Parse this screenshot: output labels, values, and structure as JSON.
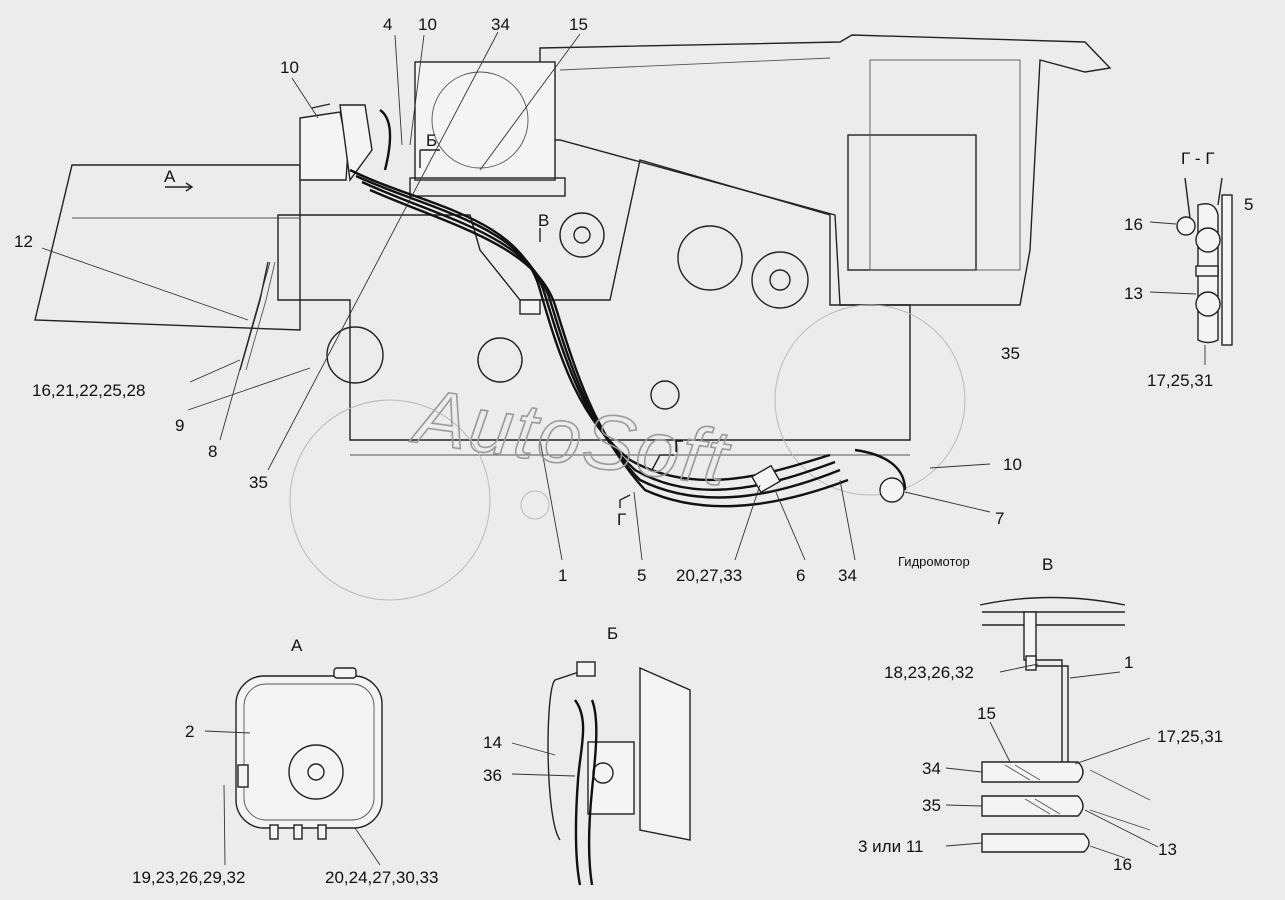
{
  "watermark": "AutoSoft",
  "views": {
    "a": "А",
    "b": "Б",
    "v": "В",
    "g": "Г",
    "gg": "Г - Г"
  },
  "note": "Гидромотор",
  "main_labels": [
    {
      "id": "l4",
      "text": "4"
    },
    {
      "id": "l10a",
      "text": "10"
    },
    {
      "id": "l34a",
      "text": "34"
    },
    {
      "id": "l15a",
      "text": "15"
    },
    {
      "id": "l10b",
      "text": "10"
    },
    {
      "id": "l12",
      "text": "12"
    },
    {
      "id": "l16s",
      "text": "16,21,22,25,28"
    },
    {
      "id": "l9",
      "text": "9"
    },
    {
      "id": "l8",
      "text": "8"
    },
    {
      "id": "l35a",
      "text": "35"
    },
    {
      "id": "l1a",
      "text": "1"
    },
    {
      "id": "l5a",
      "text": "5"
    },
    {
      "id": "l20a",
      "text": "20,27,33"
    },
    {
      "id": "l6",
      "text": "6"
    },
    {
      "id": "l34b",
      "text": "34"
    },
    {
      "id": "l7",
      "text": "7"
    },
    {
      "id": "l10c",
      "text": "10"
    },
    {
      "id": "l35b",
      "text": "35"
    }
  ],
  "gg_labels": [
    {
      "id": "g16",
      "text": "16"
    },
    {
      "id": "g5",
      "text": "5"
    },
    {
      "id": "g13",
      "text": "13"
    },
    {
      "id": "g17",
      "text": "17,25,31"
    }
  ],
  "a_labels": [
    {
      "id": "a2",
      "text": "2"
    },
    {
      "id": "a19",
      "text": "19,23,26,29,32"
    },
    {
      "id": "a20",
      "text": "20,24,27,30,33"
    }
  ],
  "b_labels": [
    {
      "id": "b14",
      "text": "14"
    },
    {
      "id": "b36",
      "text": "36"
    }
  ],
  "v_labels": [
    {
      "id": "v18",
      "text": "18,23,26,32"
    },
    {
      "id": "v1",
      "text": "1"
    },
    {
      "id": "v15",
      "text": "15"
    },
    {
      "id": "v17",
      "text": "17,25,31"
    },
    {
      "id": "v34",
      "text": "34"
    },
    {
      "id": "v35",
      "text": "35"
    },
    {
      "id": "v3",
      "text": "3 или 11"
    },
    {
      "id": "v13",
      "text": "13"
    },
    {
      "id": "v16",
      "text": "16"
    }
  ]
}
